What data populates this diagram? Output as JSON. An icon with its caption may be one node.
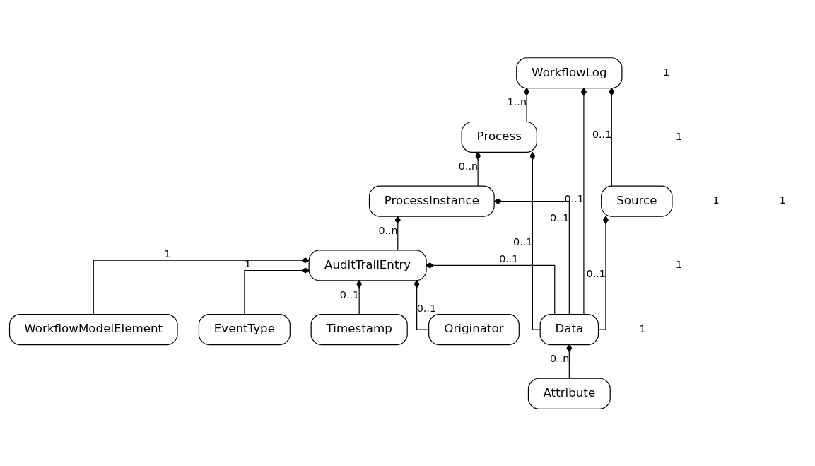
{
  "diagram": {
    "nodes": [
      {
        "text": [
          "WorkflowLog"
        ]
      },
      {
        "text": [
          "Source"
        ]
      },
      {
        "text": [
          "Process"
        ]
      },
      {
        "text": [
          "ProcessInstance"
        ]
      },
      {
        "text": [
          "AuditTrailEntry"
        ]
      },
      {
        "text": [
          "Data"
        ]
      },
      {
        "text": [
          "WorkflowModelElement"
        ]
      },
      {
        "text": [
          "EventType"
        ]
      },
      {
        "text": [
          "Timestamp"
        ]
      },
      {
        "text": [
          "Originator"
        ]
      },
      {
        "text": [
          "Attribute"
        ]
      }
    ],
    "edges": [
      {
        "from": 0,
        "to": 1,
        "arrow": "other",
        "label": "0..1"
      },
      {
        "from": 0,
        "to": 2,
        "arrow": "other",
        "label": "1..n"
      },
      {
        "from": 0,
        "to": 5,
        "arrow": "other",
        "label": "0..1"
      },
      {
        "from": 1,
        "to": 5,
        "arrow": "other",
        "label": "0..1"
      },
      {
        "from": 2,
        "to": 3,
        "arrow": "other",
        "label": "0..n"
      },
      {
        "from": 2,
        "to": 5,
        "arrow": "other",
        "label": "0..1"
      },
      {
        "from": 3,
        "to": 4,
        "arrow": "other",
        "label": "0..n"
      },
      {
        "from": 3,
        "to": 5,
        "arrow": "other",
        "label": "0..1"
      },
      {
        "from": 4,
        "to": 5,
        "arrow": "other",
        "label": "0..1"
      },
      {
        "from": 4,
        "to": 6,
        "arrow": "other",
        "label": "1"
      },
      {
        "from": 4,
        "to": 7,
        "arrow": "other",
        "label": "1"
      },
      {
        "from": 4,
        "to": 8,
        "arrow": "other",
        "label": "0..1"
      },
      {
        "from": 4,
        "to": 9,
        "arrow": "other",
        "label": "0..1"
      },
      {
        "from": 5,
        "to": 10,
        "arrow": "other",
        "label": "0..n"
      }
    ],
    "labels": [
      "1",
      "1",
      "1",
      "1",
      "1",
      "1"
    ]
  }
}
